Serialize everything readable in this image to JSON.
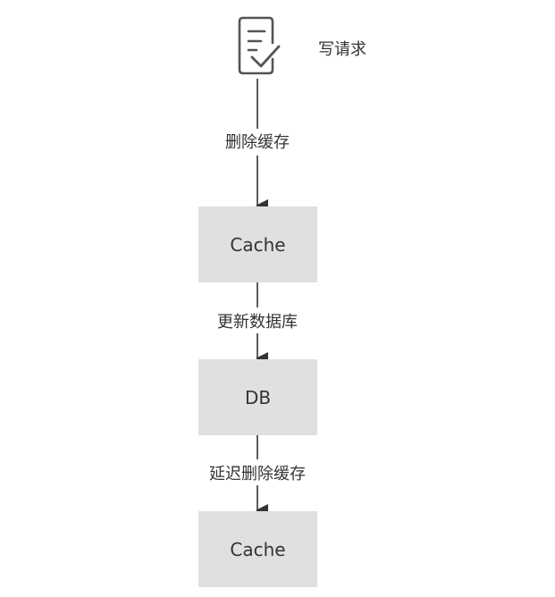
{
  "diagram": {
    "request": {
      "icon": "document-check-icon",
      "label": "写请求"
    },
    "nodes": [
      {
        "id": "cache-1",
        "label": "Cache"
      },
      {
        "id": "db",
        "label": "DB"
      },
      {
        "id": "cache-2",
        "label": "Cache"
      }
    ],
    "edges": [
      {
        "from": "request",
        "to": "cache-1",
        "label": "删除缓存"
      },
      {
        "from": "cache-1",
        "to": "db",
        "label": "更新数据库"
      },
      {
        "from": "db",
        "to": "cache-2",
        "label": "延迟删除缓存"
      }
    ],
    "colors": {
      "node_fill": "#e0e0e0",
      "line": "#333333",
      "text": "#333333",
      "icon_stroke": "#555555"
    }
  }
}
